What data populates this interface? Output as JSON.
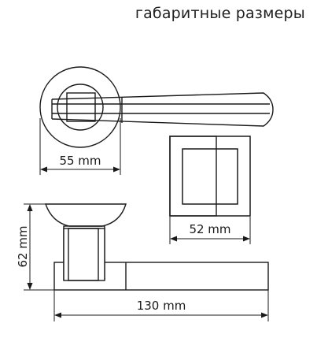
{
  "header": {
    "title": "габаритные размеры"
  },
  "dimensions": {
    "rosette_diameter": "55 mm",
    "escutcheon_width": "52 mm",
    "height": "62 mm",
    "handle_length": "130 mm"
  }
}
